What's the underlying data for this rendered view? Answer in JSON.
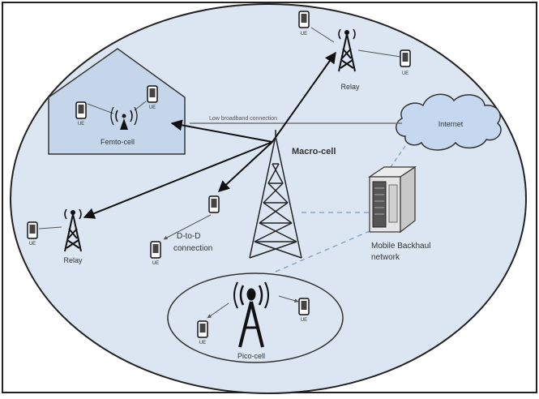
{
  "diagram": {
    "labels": {
      "ue": "UE",
      "relay": "Relay",
      "femto_cell": "Femto-cell",
      "macro_cell": "Macro-cell",
      "internet": "Internet",
      "broadband": "Low broadband connection",
      "d2d_line1": "D-to-D",
      "d2d_line2": "connection",
      "backhaul_line1": "Mobile Backhaul",
      "backhaul_line2": "network",
      "pico_cell": "Pico-cell"
    },
    "colors": {
      "cell_fill": "#dce6f2",
      "femto_fill": "#c6d6ea",
      "internet_fill": "#c5d8ef",
      "outline": "#333333",
      "dashed_link": "#8aa6c8"
    }
  }
}
